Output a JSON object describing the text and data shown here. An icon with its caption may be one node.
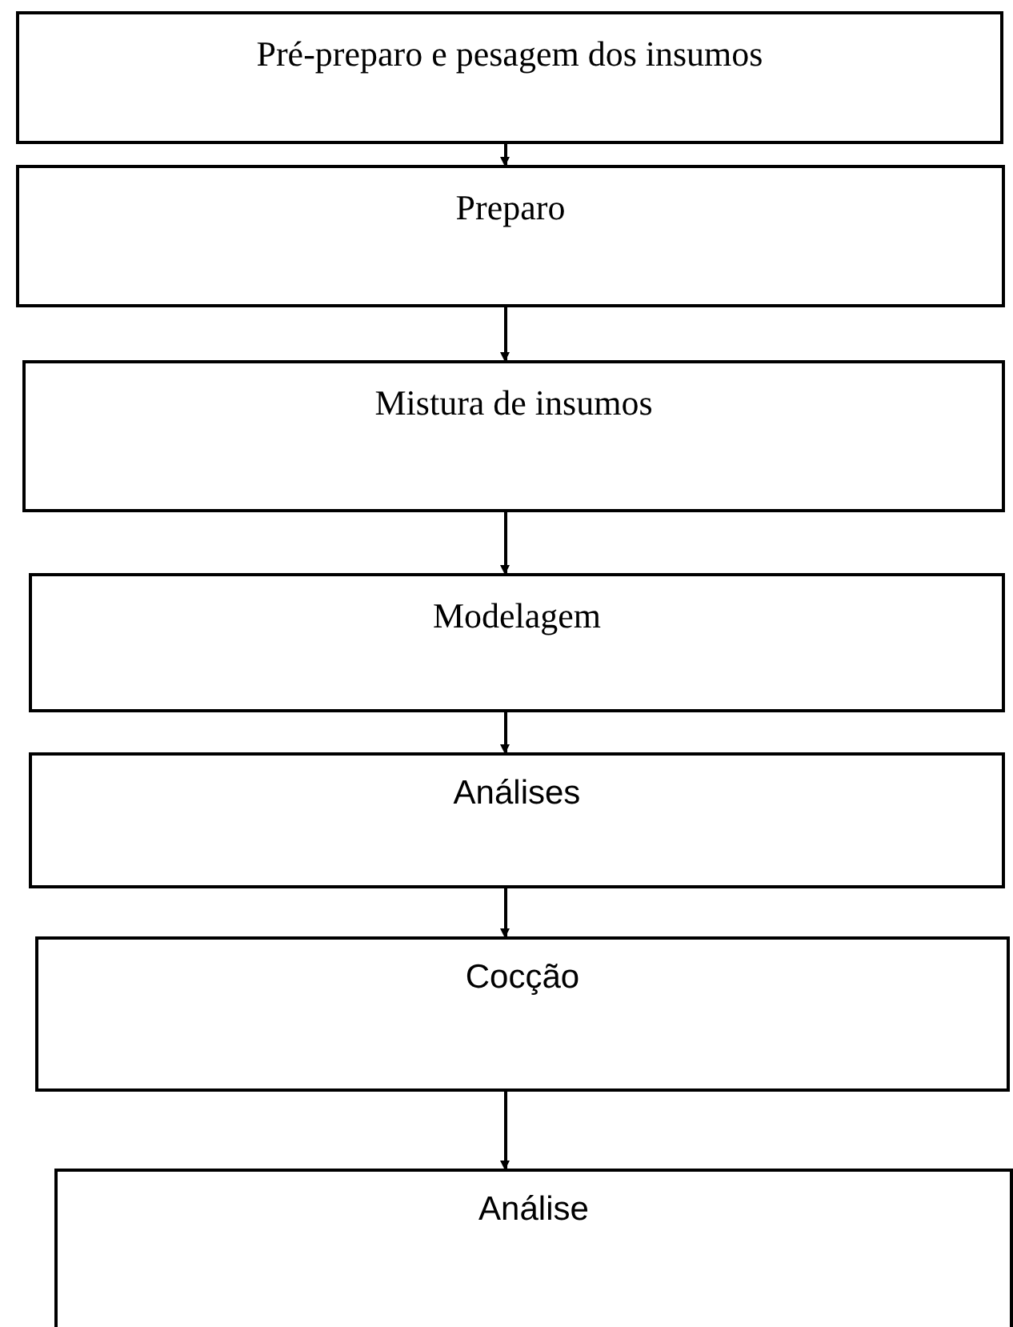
{
  "diagram": {
    "nodes": [
      {
        "text": [
          "Pré-preparo e pesagem dos insumos"
        ]
      },
      {
        "text": [
          "Preparo"
        ]
      },
      {
        "text": [
          "Mistura de insumos"
        ]
      },
      {
        "text": [
          "Modelagem"
        ]
      },
      {
        "text": [
          "Análises"
        ]
      },
      {
        "text": [
          "Cocção"
        ]
      },
      {
        "text": [
          "Análise"
        ]
      }
    ],
    "edges": [
      {
        "from": 0,
        "to": 1,
        "arrow": "to"
      },
      {
        "from": 1,
        "to": 2,
        "arrow": "to"
      },
      {
        "from": 2,
        "to": 3,
        "arrow": "to"
      },
      {
        "from": 3,
        "to": 4,
        "arrow": "to"
      },
      {
        "from": 4,
        "to": 5,
        "arrow": "to"
      },
      {
        "from": 5,
        "to": 6,
        "arrow": "to"
      }
    ]
  }
}
